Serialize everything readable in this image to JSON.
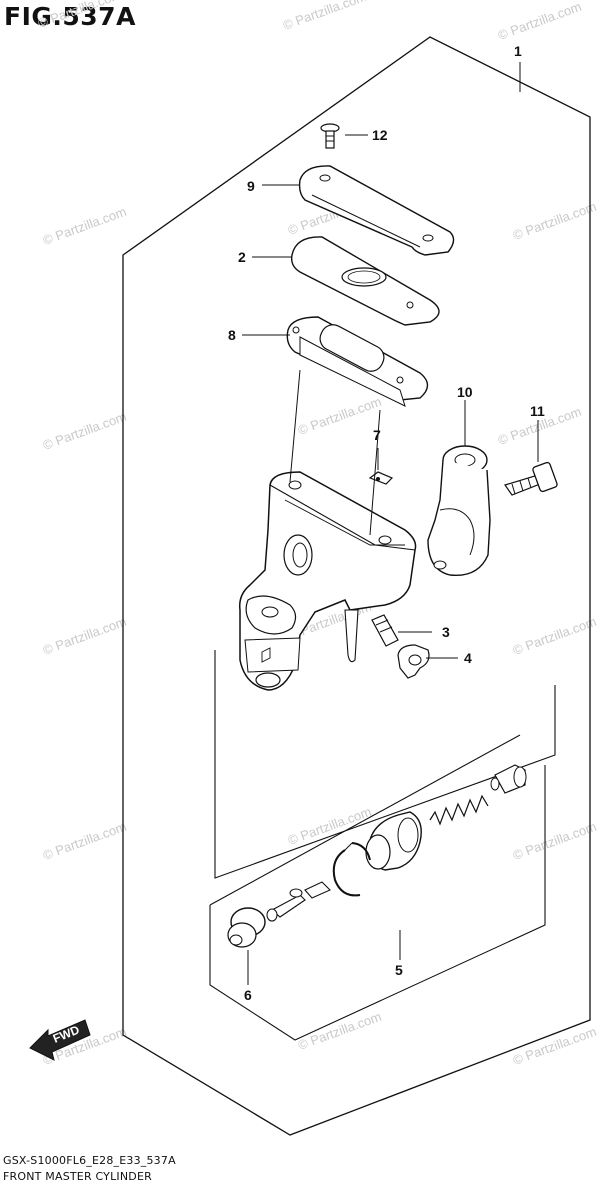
{
  "figure": {
    "title": "FIG.537A",
    "code": "GSX-S1000FL6_E28_E33_537A",
    "name": "FRONT MASTER CYLINDER"
  },
  "callouts": [
    "1",
    "12",
    "9",
    "2",
    "8",
    "10",
    "11",
    "7",
    "3",
    "4",
    "5",
    "6"
  ],
  "watermark": "© Partzilla.com",
  "direction_badge": "FWD"
}
